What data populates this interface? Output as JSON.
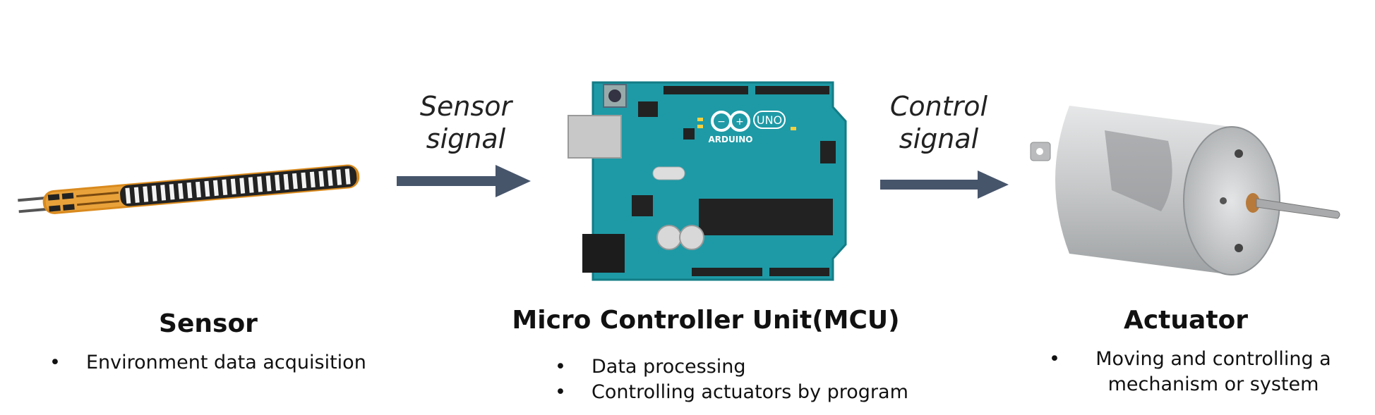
{
  "signals": {
    "sensor_signal": [
      "Sensor",
      "signal"
    ],
    "control_signal": [
      "Control",
      "signal"
    ]
  },
  "sensor": {
    "title": "Sensor",
    "bullets": [
      "Environment data acquisition"
    ]
  },
  "mcu": {
    "title": "Micro Controller Unit(MCU)",
    "bullets": [
      "Data processing",
      "Controlling actuators by program"
    ],
    "board_label": "ARDUINO",
    "board_model": "UNO"
  },
  "actuator": {
    "title": "Actuator",
    "bullets": [
      "Moving and controlling a mechanism or system"
    ]
  },
  "colors": {
    "arrow": "#47556b",
    "board": "#1e9aa6",
    "board_dark": "#137c86",
    "sensor_body": "#d98a1e",
    "motor_silver": "#c9cbcc"
  },
  "icons": {
    "sensor": "flex-sensor-icon",
    "mcu": "arduino-board-icon",
    "actuator": "dc-motor-icon",
    "arrow": "right-arrow-icon"
  }
}
